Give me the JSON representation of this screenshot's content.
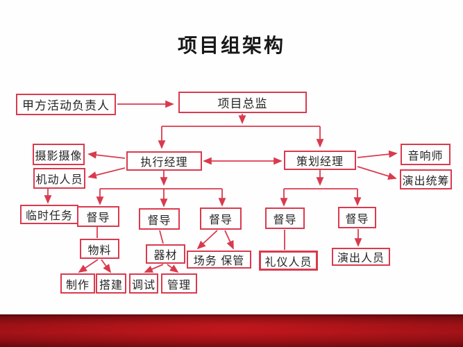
{
  "slide": {
    "title": "项目组架构"
  },
  "colors": {
    "box_border": "#d93a4e",
    "connector": "#d93a4e",
    "text": "#252525",
    "title_text": "#171717",
    "background": "#fefefe",
    "footer_red": "#b51218",
    "footer_red_dark": "#5e0709"
  },
  "nodes": {
    "client_lead": {
      "label": "甲方活动负责人"
    },
    "project_director": {
      "label": "项目总监"
    },
    "photo_video": {
      "label": "摄影摄像"
    },
    "mobile_staff": {
      "label": "机动人员"
    },
    "execution_manager": {
      "label": "执行经理"
    },
    "planning_manager": {
      "label": "策划经理"
    },
    "sound_engineer": {
      "label": "音响师"
    },
    "show_coordinator": {
      "label": "演出统筹"
    },
    "temp_tasks": {
      "label": "临时任务"
    },
    "supervisor_1": {
      "label": "督导"
    },
    "supervisor_2": {
      "label": "督导"
    },
    "supervisor_3": {
      "label": "督导"
    },
    "supervisor_4": {
      "label": "督导"
    },
    "supervisor_5": {
      "label": "督导"
    },
    "materials": {
      "label": "物料"
    },
    "equipment": {
      "label": "器材"
    },
    "venue_custody": {
      "label": "场务 保管"
    },
    "etiquette_staff": {
      "label": "礼仪人员"
    },
    "performers": {
      "label": "演出人员"
    },
    "production": {
      "label": "制作"
    },
    "construction": {
      "label": "搭建"
    },
    "debugging": {
      "label": "调试"
    },
    "management": {
      "label": "管理"
    }
  },
  "chart_data": {
    "type": "org-chart",
    "title": "项目组架构",
    "edges": [
      [
        "client_lead",
        "project_director"
      ],
      [
        "project_director",
        "execution_manager"
      ],
      [
        "project_director",
        "planning_manager"
      ],
      [
        "execution_manager",
        "planning_manager",
        "bidirectional"
      ],
      [
        "execution_manager",
        "photo_video"
      ],
      [
        "execution_manager",
        "mobile_staff"
      ],
      [
        "planning_manager",
        "sound_engineer"
      ],
      [
        "planning_manager",
        "show_coordinator"
      ],
      [
        "mobile_staff",
        "temp_tasks"
      ],
      [
        "execution_manager",
        "supervisor_1"
      ],
      [
        "execution_manager",
        "supervisor_2"
      ],
      [
        "execution_manager",
        "supervisor_3"
      ],
      [
        "planning_manager",
        "supervisor_4"
      ],
      [
        "planning_manager",
        "supervisor_5"
      ],
      [
        "supervisor_1",
        "materials"
      ],
      [
        "supervisor_2",
        "equipment"
      ],
      [
        "supervisor_3",
        "venue_custody"
      ],
      [
        "supervisor_4",
        "etiquette_staff"
      ],
      [
        "supervisor_5",
        "performers"
      ],
      [
        "materials",
        "production"
      ],
      [
        "materials",
        "construction"
      ],
      [
        "equipment",
        "debugging"
      ],
      [
        "equipment",
        "management"
      ]
    ]
  }
}
